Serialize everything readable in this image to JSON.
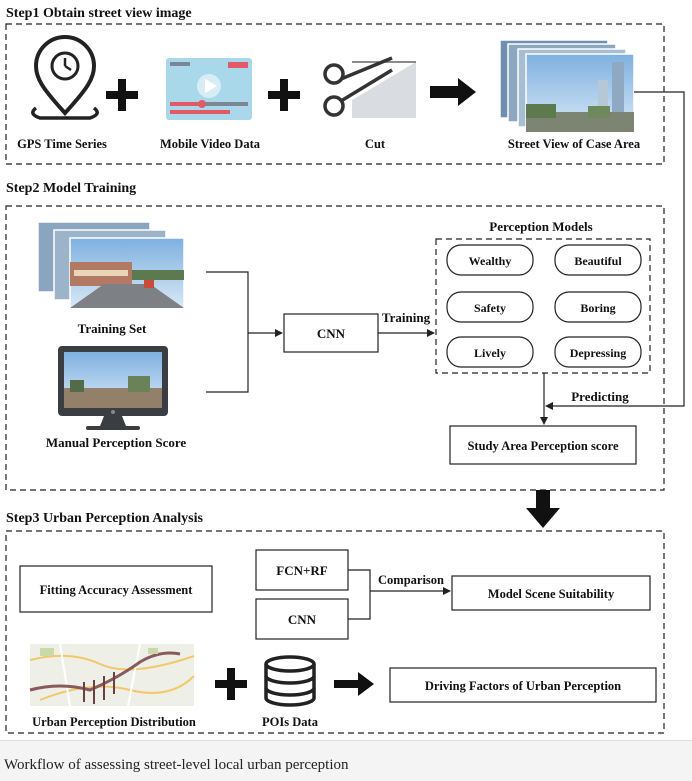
{
  "step1": {
    "title": "Step1   Obtain street view image",
    "gps_label": "GPS Time Series",
    "video_label": "Mobile Video Data",
    "cut_label": "Cut",
    "streetview_label": "Street View of Case Area"
  },
  "step2": {
    "title": "Step2   Model Training",
    "training_set_label": "Training Set",
    "manual_label": "Manual Perception Score",
    "cnn_label": "CNN",
    "training_arrow_label": "Training",
    "models_title": "Perception Models",
    "models": [
      "Wealthy",
      "Beautiful",
      "Safety",
      "Boring",
      "Lively",
      "Depressing"
    ],
    "predicting_label": "Predicting",
    "study_label": "Study Area Perception score"
  },
  "step3": {
    "title": "Step3   Urban Perception Analysis",
    "fitting_label": "Fitting Accuracy Assessment",
    "fcn_label": "FCN+RF",
    "cnn_label": "CNN",
    "comparison_label": "Comparison",
    "suitability_label": "Model Scene Suitability",
    "distribution_label": "Urban Perception Distribution",
    "poi_label": "POIs Data",
    "driving_label": "Driving Factors of Urban Perception"
  },
  "caption": "Workflow of assessing street-level local urban perception",
  "colors": {
    "accent_red": "#e25a66",
    "video_blue": "#a9d8ea",
    "sky_blue": "#9cc6ec"
  }
}
